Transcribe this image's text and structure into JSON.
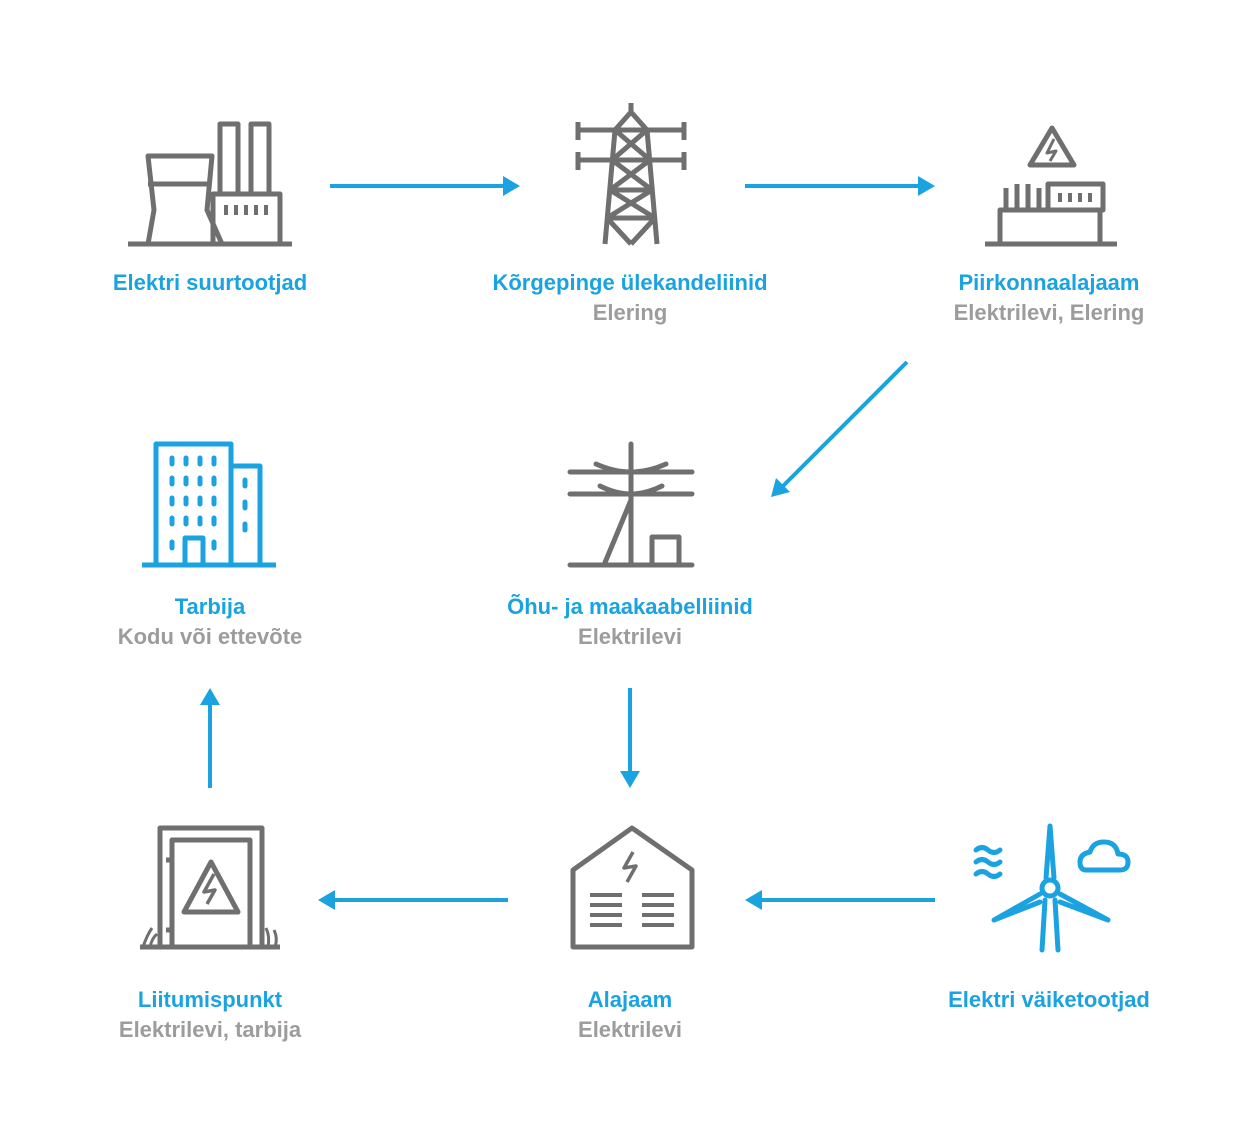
{
  "colors": {
    "accent": "#1aa3e0",
    "icon_gray": "#6f6f6f",
    "subtitle_gray": "#9c9c9c",
    "background": "#ffffff"
  },
  "nodes": {
    "large_producers": {
      "title": "Elektri suurtootjad",
      "subtitle": "",
      "icon": "power-plant-icon"
    },
    "transmission_lines": {
      "title": "Kõrgepinge ülekandeliinid",
      "subtitle": "Elering",
      "icon": "transmission-tower-icon"
    },
    "regional_substation": {
      "title": "Piirkonnaalajaam",
      "subtitle": "Elektrilevi, Elering",
      "icon": "regional-substation-icon"
    },
    "consumer": {
      "title": "Tarbija",
      "subtitle": "Kodu või ettevõte",
      "icon": "office-building-icon"
    },
    "overhead_cable_lines": {
      "title": "Õhu- ja maakaabelliinid",
      "subtitle": "Elektrilevi",
      "icon": "power-pole-icon"
    },
    "connection_point": {
      "title": "Liitumispunkt",
      "subtitle": "Elektrilevi, tarbija",
      "icon": "connection-cabinet-icon"
    },
    "substation": {
      "title": "Alajaam",
      "subtitle": "Elektrilevi",
      "icon": "substation-house-icon"
    },
    "small_producers": {
      "title": "Elektri väiketootjad",
      "subtitle": "",
      "icon": "wind-turbine-icon"
    }
  },
  "flows": [
    {
      "from": "Elektri suurtootjad",
      "to": "Kõrgepinge ülekandeliinid"
    },
    {
      "from": "Kõrgepinge ülekandeliinid",
      "to": "Piirkonnaalajaam"
    },
    {
      "from": "Piirkonnaalajaam",
      "to": "Õhu- ja maakaabelliinid"
    },
    {
      "from": "Õhu- ja maakaabelliinid",
      "to": "Alajaam"
    },
    {
      "from": "Elektri väiketootjad",
      "to": "Alajaam"
    },
    {
      "from": "Alajaam",
      "to": "Liitumispunkt"
    },
    {
      "from": "Liitumispunkt",
      "to": "Tarbija"
    }
  ]
}
